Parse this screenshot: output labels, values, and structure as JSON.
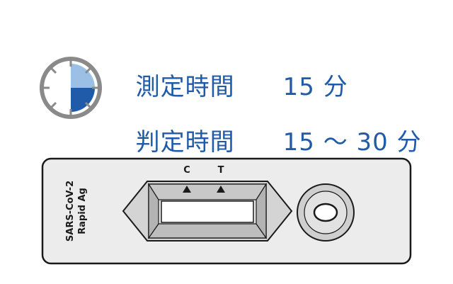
{
  "timing": {
    "measure": {
      "label": "測定時間",
      "value": "15 分"
    },
    "judge": {
      "label": "判定時間",
      "value": "15 ～ 30 分"
    }
  },
  "timer": {
    "elapsed_fraction": 0.5,
    "fill_color": "#1f5ba8",
    "light_fill_color": "#9bbfe5",
    "icon": "clock-icon"
  },
  "cassette": {
    "name_line1": "SARS-CoV-2",
    "name_line2": "Rapid Ag",
    "control_label": "C",
    "test_label": "T"
  },
  "colors": {
    "text": "#1f5ba8",
    "outline": "#1a1a1a",
    "cassette_fill": "#ececec"
  }
}
